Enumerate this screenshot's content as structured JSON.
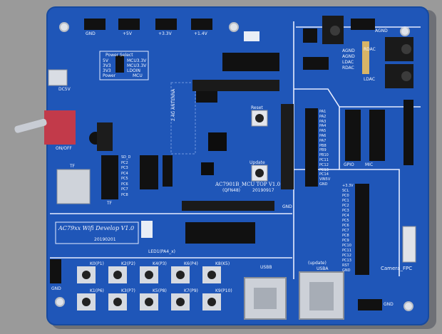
{
  "colors": {
    "background": "#9a9a9a",
    "pcb": "#1f56b8",
    "pcb_edge": "#174a9f",
    "silkscreen": "#f2f6ff",
    "header_pin": "#111111",
    "metal": "#c9ced6",
    "switch_red": "#c23a4a"
  },
  "board": {
    "title": "AC79xx Wifi Develop V1.0",
    "date_small": "20190201",
    "mcu_top_label": "AC7901B_MCU TOP V1.0",
    "mcu_package": "(QFN48)",
    "mcu_date": "20190917",
    "antenna_label": "2.4G ANTENNA",
    "power_select_title": "Power Select",
    "power_options": [
      "5V",
      "3V3",
      "3V3",
      "Power"
    ],
    "power_mcu_options": [
      "MCU3.3V",
      "MCU3.3V",
      "LDOIN",
      "MCU"
    ],
    "left_top_headers": [
      "GND",
      "+5V",
      "+3.3V",
      "+1.4V"
    ],
    "top_right_label": "AGND",
    "bottom_right_label": "GND",
    "bottom_left_label": "GND",
    "gnd_mid_label": "GND",
    "dc_label": "DC5V",
    "switch_label": "ON/OFF",
    "tf_label": "TF",
    "tf_label_2": "TF",
    "reset_label": "Reset",
    "update_label": "Update",
    "usb_b_label": "USBB",
    "usb_a_label": "USBA",
    "usb_a_update": "(update)",
    "camera_label": "Camera_FPC",
    "gpio_label": "GPIO",
    "mic_label": "MIC",
    "rdac_label": "RDAC",
    "ldac_label": "LDAC",
    "small_labels": [
      "AGND",
      "AGND",
      "LDAC",
      "RDAC"
    ],
    "button_labels_row1": [
      "K0(P1)",
      "K2(P2)",
      "K4(P3)",
      "K6(P4)",
      "K8(K5)"
    ],
    "button_labels_row2": [
      "K1(P6)",
      "K3(P7)",
      "K5(P8)",
      "K7(P9)",
      "K9(P10)"
    ],
    "led_label": "LED1(PA4_x)",
    "right_header_pins": [
      "PA1",
      "PA2",
      "PA3",
      "PA4",
      "PA5",
      "PA6",
      "PA7",
      "PB8",
      "PB9",
      "PB10",
      "PC11",
      "PC12",
      "PC13",
      "PC14",
      "VIN5V",
      "GND"
    ],
    "camera_pins": [
      "+3.3V",
      "SCL",
      "PC0",
      "PC1",
      "PC2",
      "PC3",
      "PC4",
      "PC5",
      "PC6",
      "PC7",
      "PC8",
      "PC9",
      "PC10",
      "PC11",
      "PC12",
      "PC13",
      "RST",
      "GND"
    ],
    "sd_pins": [
      "SD_D",
      "PC2",
      "PC3",
      "PC4",
      "PC5",
      "PC6",
      "PC7",
      "PC8"
    ]
  }
}
